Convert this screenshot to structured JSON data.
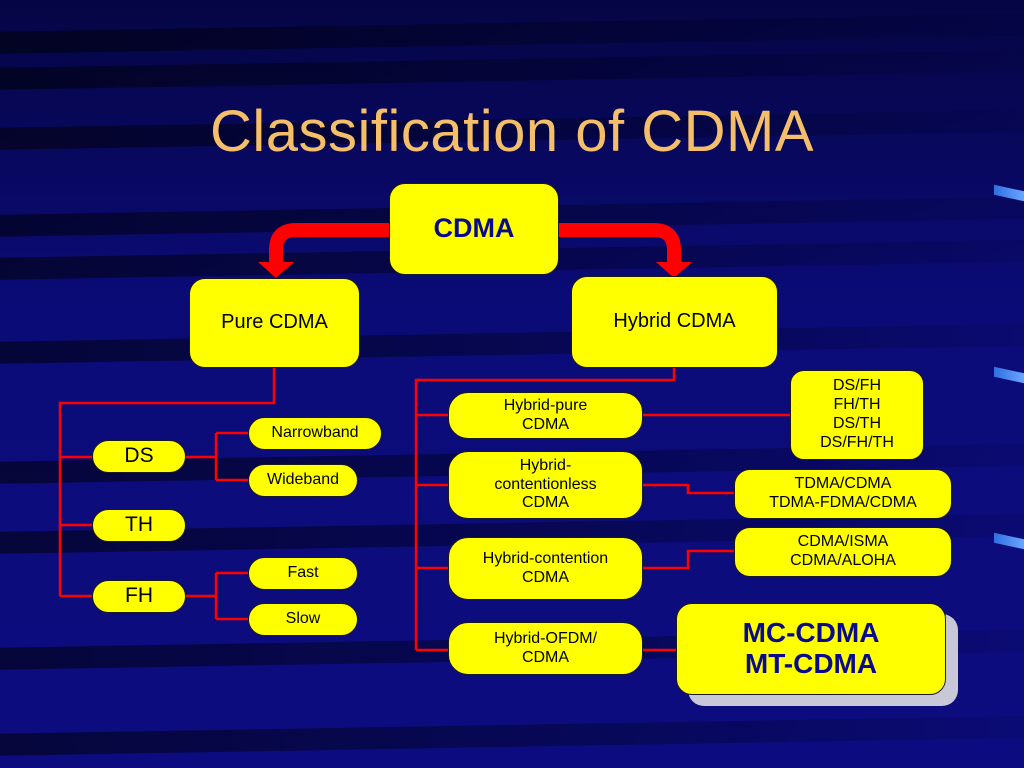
{
  "title": "Classification of CDMA",
  "root": "CDMA",
  "pure": {
    "label": "Pure CDMA",
    "ds": "DS",
    "th": "TH",
    "fh": "FH",
    "narrowband": "Narrowband",
    "wideband": "Wideband",
    "fast": "Fast",
    "slow": "Slow"
  },
  "hybrid": {
    "label": "Hybrid CDMA",
    "pure": "Hybrid-pure\nCDMA",
    "contentionless": "Hybrid-\ncontentionless\nCDMA",
    "contention": "Hybrid-contention\nCDMA",
    "ofdm": "Hybrid-OFDM/\nCDMA",
    "pure_examples": "DS/FH\nFH/TH\nDS/TH\nDS/FH/TH",
    "contentionless_examples": "TDMA/CDMA\nTDMA-FDMA/CDMA",
    "contention_examples": "CDMA/ISMA\nCDMA/ALOHA",
    "ofdm_examples": "MC-CDMA\nMT-CDMA"
  },
  "colors": {
    "background": "#0b0b78",
    "node": "#ffff00",
    "connector": "#ff0000",
    "title": "#f5bf6a"
  }
}
